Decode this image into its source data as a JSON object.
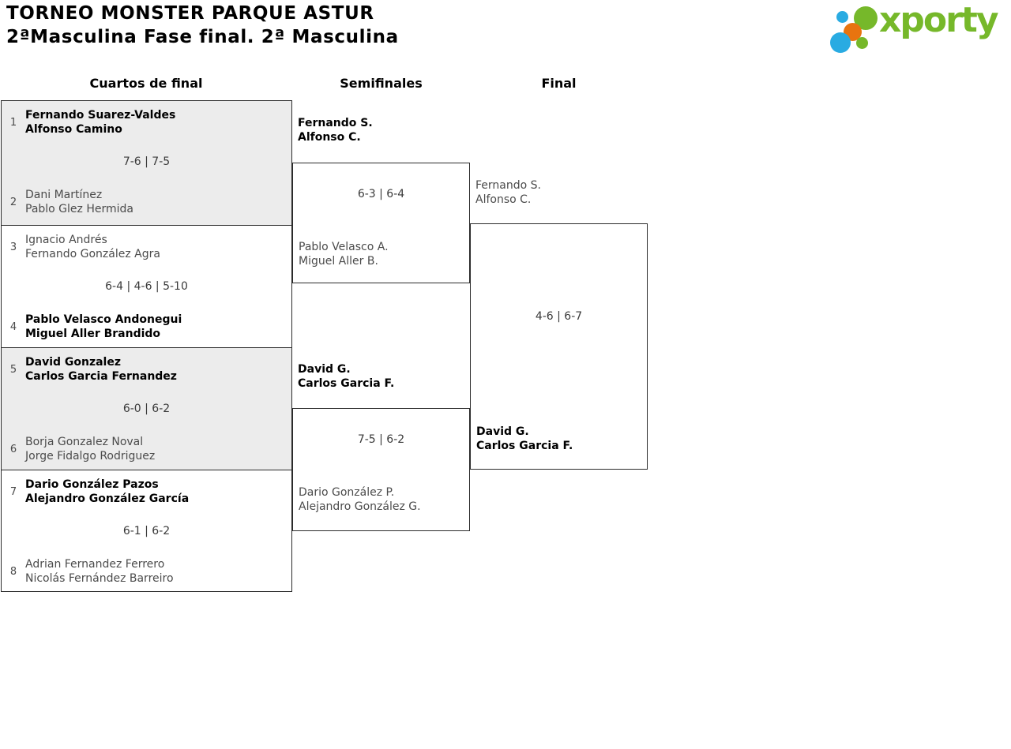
{
  "header": {
    "title": "TORNEO MONSTER PARQUE ASTUR",
    "subtitle": "2ªMasculina Fase final. 2ª Masculina"
  },
  "logo": {
    "wordmark": "xporty",
    "green": "#76b82a",
    "blue": "#29abe2",
    "orange": "#e8740f"
  },
  "columns": {
    "quarterfinals": "Cuartos de final",
    "semifinals": "Semifinales",
    "final": "Final"
  },
  "bracket": {
    "quarterfinals": [
      {
        "seed1": "1",
        "team1": [
          "Fernando Suarez-Valdes",
          "Alfonso Camino"
        ],
        "score": "7-6 | 7-5",
        "seed2": "2",
        "team2": [
          "Dani Martínez",
          "Pablo Glez Hermida"
        ],
        "winner": "team1"
      },
      {
        "seed1": "3",
        "team1": [
          "Ignacio Andrés",
          "Fernando González Agra"
        ],
        "score": "6-4 | 4-6 | 5-10",
        "seed2": "4",
        "team2": [
          "Pablo Velasco Andonegui",
          "Miguel Aller Brandido"
        ],
        "winner": "team2"
      },
      {
        "seed1": "5",
        "team1": [
          "David Gonzalez",
          "Carlos Garcia Fernandez"
        ],
        "score": "6-0 | 6-2",
        "seed2": "6",
        "team2": [
          "Borja Gonzalez Noval",
          "Jorge Fidalgo Rodriguez"
        ],
        "winner": "team1"
      },
      {
        "seed1": "7",
        "team1": [
          "Dario González Pazos",
          "Alejandro González García"
        ],
        "score": "6-1 | 6-2",
        "seed2": "8",
        "team2": [
          "Adrian Fernandez Ferrero",
          "Nicolás Fernández Barreiro"
        ],
        "winner": "team1"
      }
    ],
    "semifinals": [
      {
        "team1": [
          "Fernando S.",
          "Alfonso C."
        ],
        "score": "6-3 | 6-4",
        "team2": [
          "Pablo Velasco A.",
          "Miguel Aller B."
        ],
        "winner": "team1"
      },
      {
        "team1": [
          "David G.",
          "Carlos Garcia F."
        ],
        "score": "7-5 | 6-2",
        "team2": [
          "Dario González P.",
          "Alejandro González G."
        ],
        "winner": "team1"
      }
    ],
    "final": {
      "team1": [
        "Fernando S.",
        "Alfonso C."
      ],
      "score": "4-6 | 6-7",
      "team2": [
        "David G.",
        "Carlos Garcia F."
      ],
      "winner": "team2"
    }
  }
}
